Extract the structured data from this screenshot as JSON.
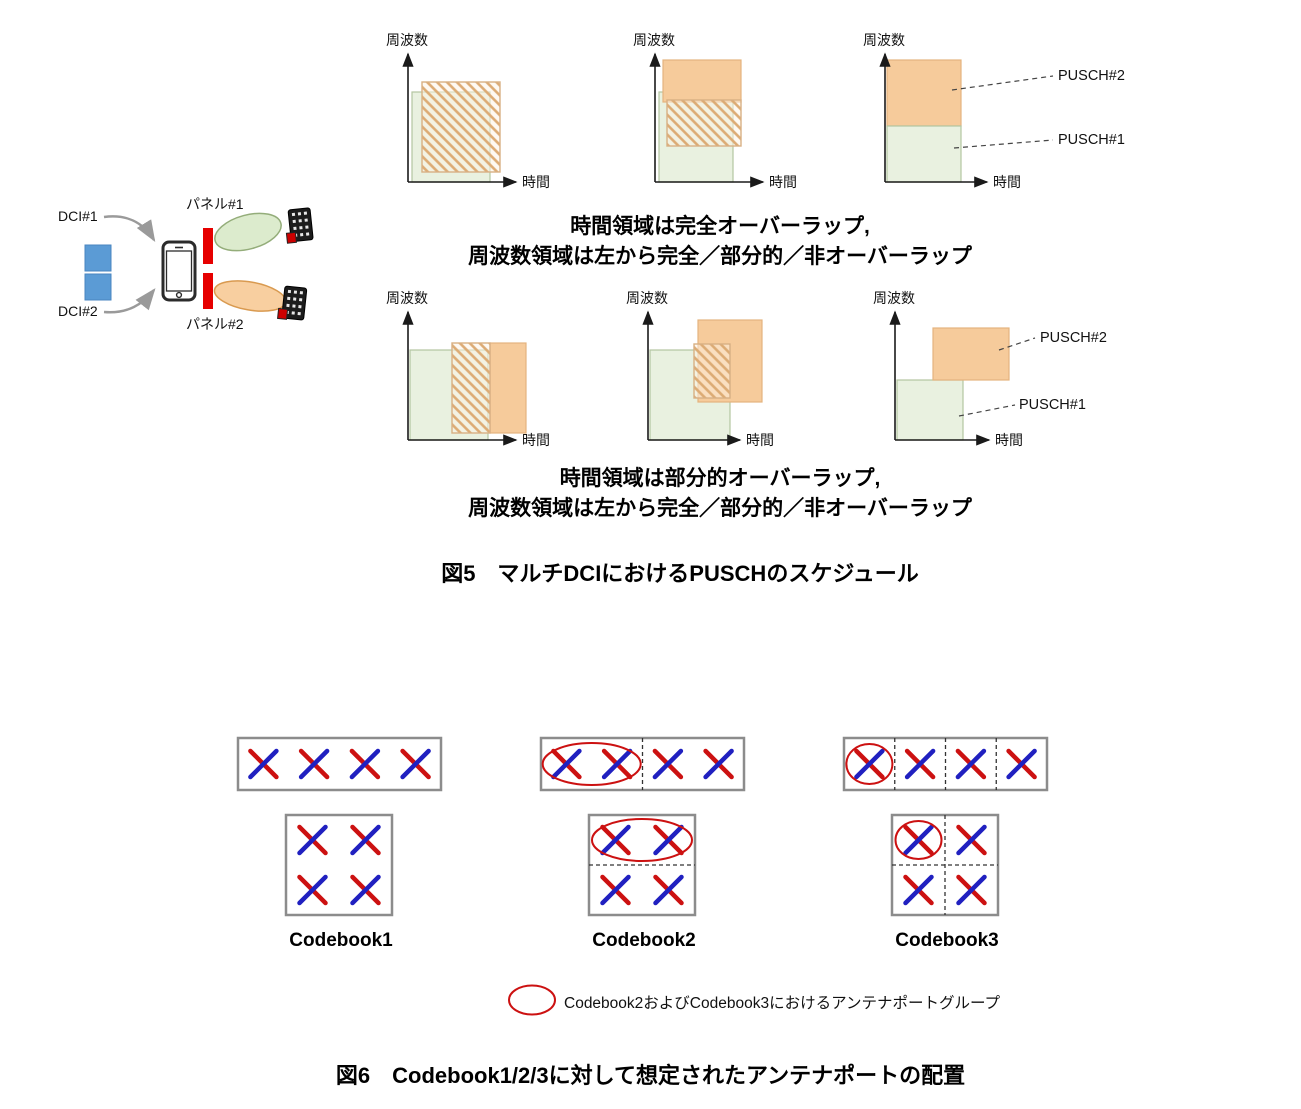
{
  "figure5": {
    "schematic": {
      "dci1": "DCI#1",
      "dci2": "DCI#2",
      "panel1": "パネル#1",
      "panel2": "パネル#2"
    },
    "axis_freq": "周波数",
    "axis_time": "時間",
    "pusch1": "PUSCH#1",
    "pusch2": "PUSCH#2",
    "row1_line1": "時間領域は完全オーバーラップ,",
    "row1_line2": "周波数領域は左から完全／部分的／非オーバーラップ",
    "row2_line1": "時間領域は部分的オーバーラップ,",
    "row2_line2": "周波数領域は左から完全／部分的／非オーバーラップ",
    "caption": "図5　マルチDCIにおけるPUSCHのスケジュール"
  },
  "figure6": {
    "codebook1": "Codebook1",
    "codebook2": "Codebook2",
    "codebook3": "Codebook3",
    "legend": "Codebook2およびCodebook3におけるアンテナポートグループ",
    "caption": "図6　Codebook1/2/3に対して想定されたアンテナポートの配置"
  },
  "colors": {
    "pusch1_green": "#e9f1e0",
    "pusch2_orange": "#f6cb9b",
    "hatch_orange": "#dcab74",
    "dci_blue": "#5b9bd5",
    "panel_red": "#e60000",
    "cross_blue": "#2020c0",
    "cross_red": "#cc1111",
    "group_ellipse_red": "#cc1111"
  }
}
